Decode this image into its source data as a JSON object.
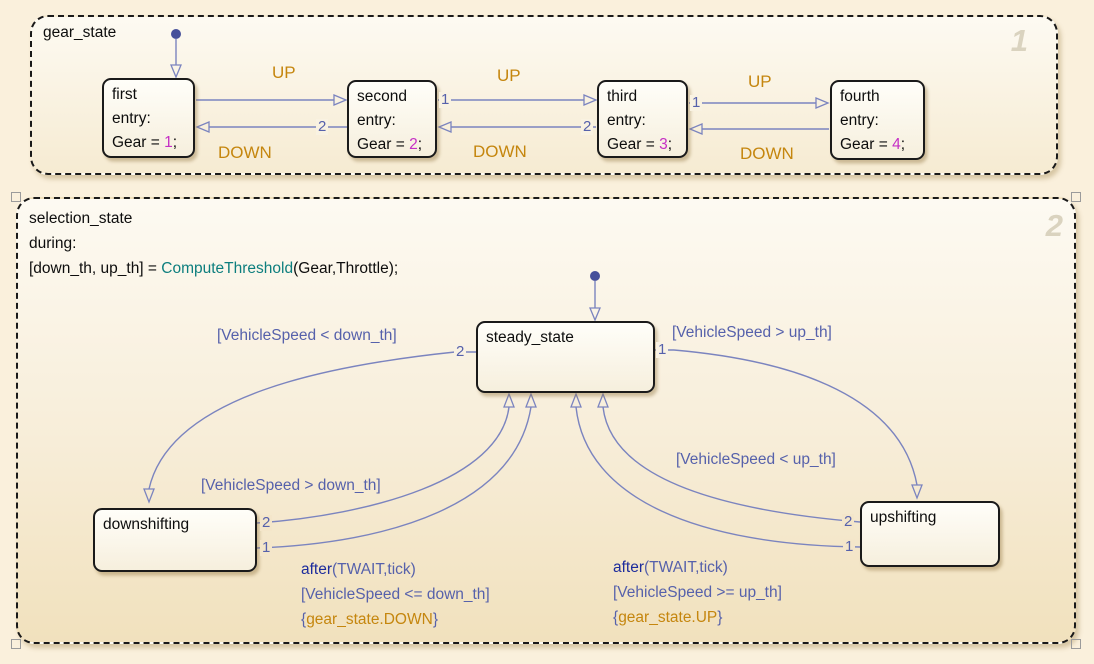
{
  "colors": {
    "canvas_bg": "#faf0dc",
    "transition_line": "#7b84bf",
    "condition_text": "#5661ab",
    "event_text": "#c5860e",
    "function_call": "#0d7e7e",
    "numeric_literal": "#c52fc5",
    "after_keyword": "#1d2c9c",
    "order_number": "#5661ab",
    "corner_badge": "#dad3bf"
  },
  "gear_state": {
    "title": "gear_state",
    "badge": "1",
    "up": "UP",
    "down": "DOWN",
    "o1": "1",
    "o2": "2",
    "states": {
      "first": {
        "title": "first",
        "entry": "entry:",
        "code_pre": "Gear = ",
        "code_val": "1",
        "code_post": ";"
      },
      "second": {
        "title": "second",
        "entry": "entry:",
        "code_pre": "Gear = ",
        "code_val": "2",
        "code_post": ";"
      },
      "third": {
        "title": "third",
        "entry": "entry:",
        "code_pre": "Gear = ",
        "code_val": "3",
        "code_post": ";"
      },
      "fourth": {
        "title": "fourth",
        "entry": "entry:",
        "code_pre": "Gear = ",
        "code_val": "4",
        "code_post": ";"
      }
    }
  },
  "selection_state": {
    "title": "selection_state",
    "badge": "2",
    "during": "during:",
    "code_pre": "[down_th, up_th] = ",
    "code_fn": "ComputeThreshold",
    "code_post": "(Gear,Throttle);",
    "states": {
      "steady": {
        "title": "steady_state"
      },
      "down": {
        "title": "downshifting"
      },
      "up": {
        "title": "upshifting"
      }
    },
    "t": {
      "o1": "1",
      "o2": "2",
      "steady_to_down": "[VehicleSpeed < down_th]",
      "steady_to_up": "[VehicleSpeed > up_th]",
      "down_to_steady": "[VehicleSpeed > down_th]",
      "up_to_steady": "[VehicleSpeed < up_th]",
      "after_kw": "after",
      "after_args": "(TWAIT,tick)",
      "down_cond": "[VehicleSpeed <= down_th]",
      "up_cond": "[VehicleSpeed >= up_th]",
      "brace_open": "{",
      "brace_close": "}",
      "down_action": "gear_state.DOWN",
      "up_action": "gear_state.UP"
    }
  }
}
